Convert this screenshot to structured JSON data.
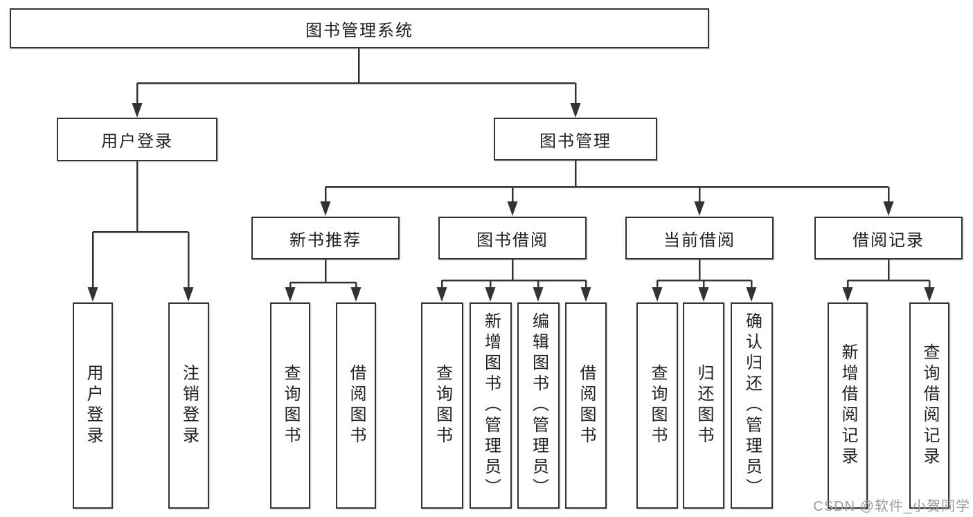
{
  "colors": {
    "line": "#333333",
    "box_border": "#333333",
    "text": "#1f1f1f",
    "background": "#ffffff",
    "watermark": "#9b9b9b"
  },
  "watermark": {
    "text": "CSDN @软件_小贺同学"
  },
  "tree": {
    "root": {
      "label": "图书管理系统"
    },
    "branches": [
      {
        "label": "用户登录",
        "children": [
          {
            "label": "用户登录"
          },
          {
            "label": "注销登录"
          }
        ]
      },
      {
        "label": "图书管理",
        "children": [
          {
            "label": "新书推荐",
            "children": [
              {
                "label": "查询图书"
              },
              {
                "label": "借阅图书"
              }
            ]
          },
          {
            "label": "图书借阅",
            "children": [
              {
                "label": "查询图书"
              },
              {
                "label": "新增图书（管理员）"
              },
              {
                "label": "编辑图书（管理员）"
              },
              {
                "label": "借阅图书"
              }
            ]
          },
          {
            "label": "当前借阅",
            "children": [
              {
                "label": "查询图书"
              },
              {
                "label": "归还图书"
              },
              {
                "label": "确认归还（管理员）"
              }
            ]
          },
          {
            "label": "借阅记录",
            "children": [
              {
                "label": "新增借阅记录"
              },
              {
                "label": "查询借阅记录"
              }
            ]
          }
        ]
      }
    ]
  }
}
